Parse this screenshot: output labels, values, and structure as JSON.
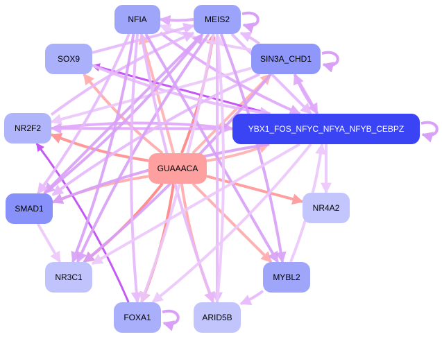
{
  "diagram": {
    "type": "directed-network",
    "colors": {
      "background": "#ffffff",
      "edge_light_purple": "#e6b9fb",
      "edge_mid_purple": "#d9a0f7",
      "edge_strong_purple": "#bf4af5",
      "edge_salmon": "#ffa8a8",
      "edge_red": "#ff8080"
    },
    "nodes": [
      {
        "id": "NFIA",
        "label": "NFIA",
        "fill": "#9fa6f9",
        "text_color": "#000000"
      },
      {
        "id": "MEIS2",
        "label": "MEIS2",
        "fill": "#9ca3fa",
        "text_color": "#000000"
      },
      {
        "id": "SOX9",
        "label": "SOX9",
        "fill": "#aab1fa",
        "text_color": "#000000"
      },
      {
        "id": "SIN3A_CHD1",
        "label": "SIN3A_CHD1",
        "fill": "#8f98fa",
        "text_color": "#000000"
      },
      {
        "id": "NR2F2",
        "label": "NR2F2",
        "fill": "#b0b5fb",
        "text_color": "#000000"
      },
      {
        "id": "YBX1",
        "label": "YBX1_FOS_NFYC_NFYA_NFYB_CEBPZ",
        "fill": "#3a44f5",
        "text_color": "#ffffff"
      },
      {
        "id": "GUAAACA",
        "label": "GUAAACA",
        "fill": "#ffa0a0",
        "text_color": "#000000"
      },
      {
        "id": "NR4A2",
        "label": "NR4A2",
        "fill": "#c3c6fc",
        "text_color": "#000000"
      },
      {
        "id": "SMAD1",
        "label": "SMAD1",
        "fill": "#8890f9",
        "text_color": "#000000"
      },
      {
        "id": "NR3C1",
        "label": "NR3C1",
        "fill": "#c1c4fc",
        "text_color": "#000000"
      },
      {
        "id": "MYBL2",
        "label": "MYBL2",
        "fill": "#9fa5f9",
        "text_color": "#000000"
      },
      {
        "id": "FOXA1",
        "label": "FOXA1",
        "fill": "#aaaffb",
        "text_color": "#000000"
      },
      {
        "id": "ARID5B",
        "label": "ARID5B",
        "fill": "#c2c5fc",
        "text_color": "#000000"
      }
    ],
    "edges": [
      {
        "from": "GUAAACA",
        "to": "NFIA",
        "color": "#ffb0b0"
      },
      {
        "from": "GUAAACA",
        "to": "MEIS2",
        "color": "#ff8585"
      },
      {
        "from": "GUAAACA",
        "to": "SOX9",
        "color": "#ffaaaa"
      },
      {
        "from": "GUAAACA",
        "to": "SIN3A_CHD1",
        "color": "#ffb0b0"
      },
      {
        "from": "GUAAACA",
        "to": "NR2F2",
        "color": "#ff9090"
      },
      {
        "from": "GUAAACA",
        "to": "YBX1",
        "color": "#ffb0b0"
      },
      {
        "from": "GUAAACA",
        "to": "NR4A2",
        "color": "#ff9898"
      },
      {
        "from": "GUAAACA",
        "to": "SMAD1",
        "color": "#ffaaaa"
      },
      {
        "from": "GUAAACA",
        "to": "NR3C1",
        "color": "#ff8585"
      },
      {
        "from": "GUAAACA",
        "to": "MYBL2",
        "color": "#ffaaaa"
      },
      {
        "from": "GUAAACA",
        "to": "FOXA1",
        "color": "#ff8585"
      },
      {
        "from": "GUAAACA",
        "to": "ARID5B",
        "color": "#ffaaaa"
      },
      {
        "from": "YBX1",
        "to": "SOX9",
        "color": "#bf4af5"
      },
      {
        "from": "FOXA1",
        "to": "NR2F2",
        "color": "#bf4af5"
      },
      {
        "from": "MEIS2",
        "to": "NFIA",
        "color": "#e0a8fa"
      },
      {
        "from": "SIN3A_CHD1",
        "to": "YBX1",
        "color": "#e0a8fa"
      },
      {
        "from": "YBX1",
        "to": "SIN3A_CHD1",
        "color": "#e0a8fa"
      },
      {
        "from": "NFIA",
        "to": "YBX1",
        "color": "#e0a8fa"
      },
      {
        "from": "MEIS2",
        "to": "YBX1",
        "color": "#e6b9fb"
      },
      {
        "from": "SOX9",
        "to": "YBX1",
        "color": "#e6b9fb"
      },
      {
        "from": "NR2F2",
        "to": "YBX1",
        "color": "#e0a8fa"
      },
      {
        "from": "YBX1",
        "to": "NR2F2",
        "color": "#e0a8fa"
      },
      {
        "from": "SIN3A_CHD1",
        "to": "NFIA",
        "color": "#ecc8fb"
      },
      {
        "from": "SIN3A_CHD1",
        "to": "MEIS2",
        "color": "#e6b9fb"
      },
      {
        "from": "SIN3A_CHD1",
        "to": "NR2F2",
        "color": "#ecc8fb"
      },
      {
        "from": "SIN3A_CHD1",
        "to": "SMAD1",
        "color": "#e6b9fb"
      },
      {
        "from": "SIN3A_CHD1",
        "to": "NR3C1",
        "color": "#d9a0f7"
      },
      {
        "from": "SOX9",
        "to": "MEIS2",
        "color": "#e6b9fb"
      },
      {
        "from": "NR2F2",
        "to": "MEIS2",
        "color": "#e6b9fb"
      },
      {
        "from": "SMAD1",
        "to": "MEIS2",
        "color": "#d9a0f7"
      },
      {
        "from": "MEIS2",
        "to": "SMAD1",
        "color": "#d9a0f7"
      },
      {
        "from": "MEIS2",
        "to": "NR3C1",
        "color": "#d9a0f7"
      },
      {
        "from": "MEIS2",
        "to": "MYBL2",
        "color": "#d9a0f7"
      },
      {
        "from": "MEIS2",
        "to": "ARID5B",
        "color": "#e6b9fb"
      },
      {
        "from": "NFIA",
        "to": "NR3C1",
        "color": "#d9a0f7"
      },
      {
        "from": "NFIA",
        "to": "FOXA1",
        "color": "#e6b9fb"
      },
      {
        "from": "NFIA",
        "to": "MYBL2",
        "color": "#d9a0f7"
      },
      {
        "from": "NFIA",
        "to": "ARID5B",
        "color": "#e6b9fb"
      },
      {
        "from": "NFIA",
        "to": "SMAD1",
        "color": "#e6b9fb"
      },
      {
        "from": "YBX1",
        "to": "NR3C1",
        "color": "#ecc8fb"
      },
      {
        "from": "YBX1",
        "to": "FOXA1",
        "color": "#ecc8fb"
      },
      {
        "from": "YBX1",
        "to": "SMAD1",
        "color": "#d9a0f7"
      },
      {
        "from": "YBX1",
        "to": "NR4A2",
        "color": "#ecc8fb"
      },
      {
        "from": "MYBL2",
        "to": "YBX1",
        "color": "#ecc8fb"
      },
      {
        "from": "MYBL2",
        "to": "ARID5B",
        "color": "#e6b9fb"
      },
      {
        "from": "SMAD1",
        "to": "NR3C1",
        "color": "#ecc8fb"
      },
      {
        "from": "MEIS2",
        "to": "FOXA1",
        "color": "#ecc8fb"
      },
      {
        "from": "ARID5B",
        "to": "MEIS2",
        "color": "#ecc8fb"
      }
    ],
    "self_loops": [
      "MEIS2",
      "SIN3A_CHD1",
      "YBX1",
      "FOXA1"
    ]
  }
}
